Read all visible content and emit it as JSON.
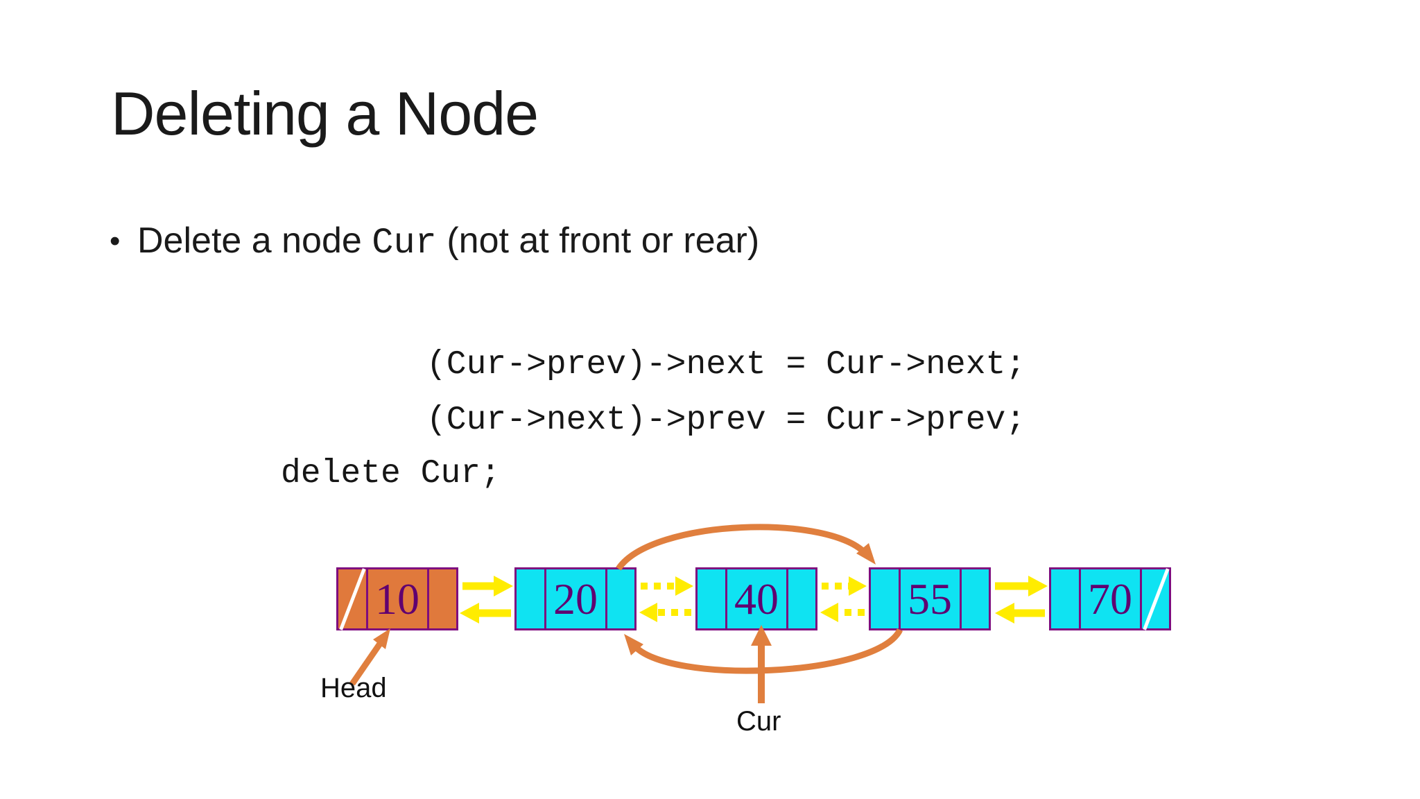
{
  "slide": {
    "title": "Deleting a Node",
    "bullet": {
      "marker": "•",
      "text_before": "Delete a node ",
      "code_term": "Cur",
      "text_after": " (not at front or rear)"
    },
    "code": {
      "line1": "(Cur->prev)->next = Cur->next;",
      "line2": "(Cur->next)->prev = Cur->prev;",
      "line3": "delete Cur;"
    }
  },
  "diagram": {
    "type": "doubly-linked-list",
    "nodes": [
      {
        "value": "10",
        "fill": "orange",
        "prev_null": true
      },
      {
        "value": "20",
        "fill": "cyan"
      },
      {
        "value": "40",
        "fill": "cyan",
        "being_deleted": true
      },
      {
        "value": "55",
        "fill": "cyan"
      },
      {
        "value": "70",
        "fill": "cyan",
        "next_null": true
      }
    ],
    "labels": {
      "head": "Head",
      "cur": "Cur"
    },
    "links": {
      "solid_yellow": [
        "10<->20",
        "55<->70"
      ],
      "dotted_yellow_broken": [
        "20<->40",
        "40<->55"
      ],
      "orange_bypass": [
        "20.next -> 55",
        "55.prev -> 20"
      ]
    },
    "colors": {
      "node_orange": "#e0793c",
      "node_cyan": "#0fe3f2",
      "border_purple": "#7e0c7e",
      "value_purple": "#600070",
      "arrow_yellow": "#ffec00",
      "arrow_orange": "#e07f3e",
      "text_black": "#1a1a1a"
    }
  }
}
